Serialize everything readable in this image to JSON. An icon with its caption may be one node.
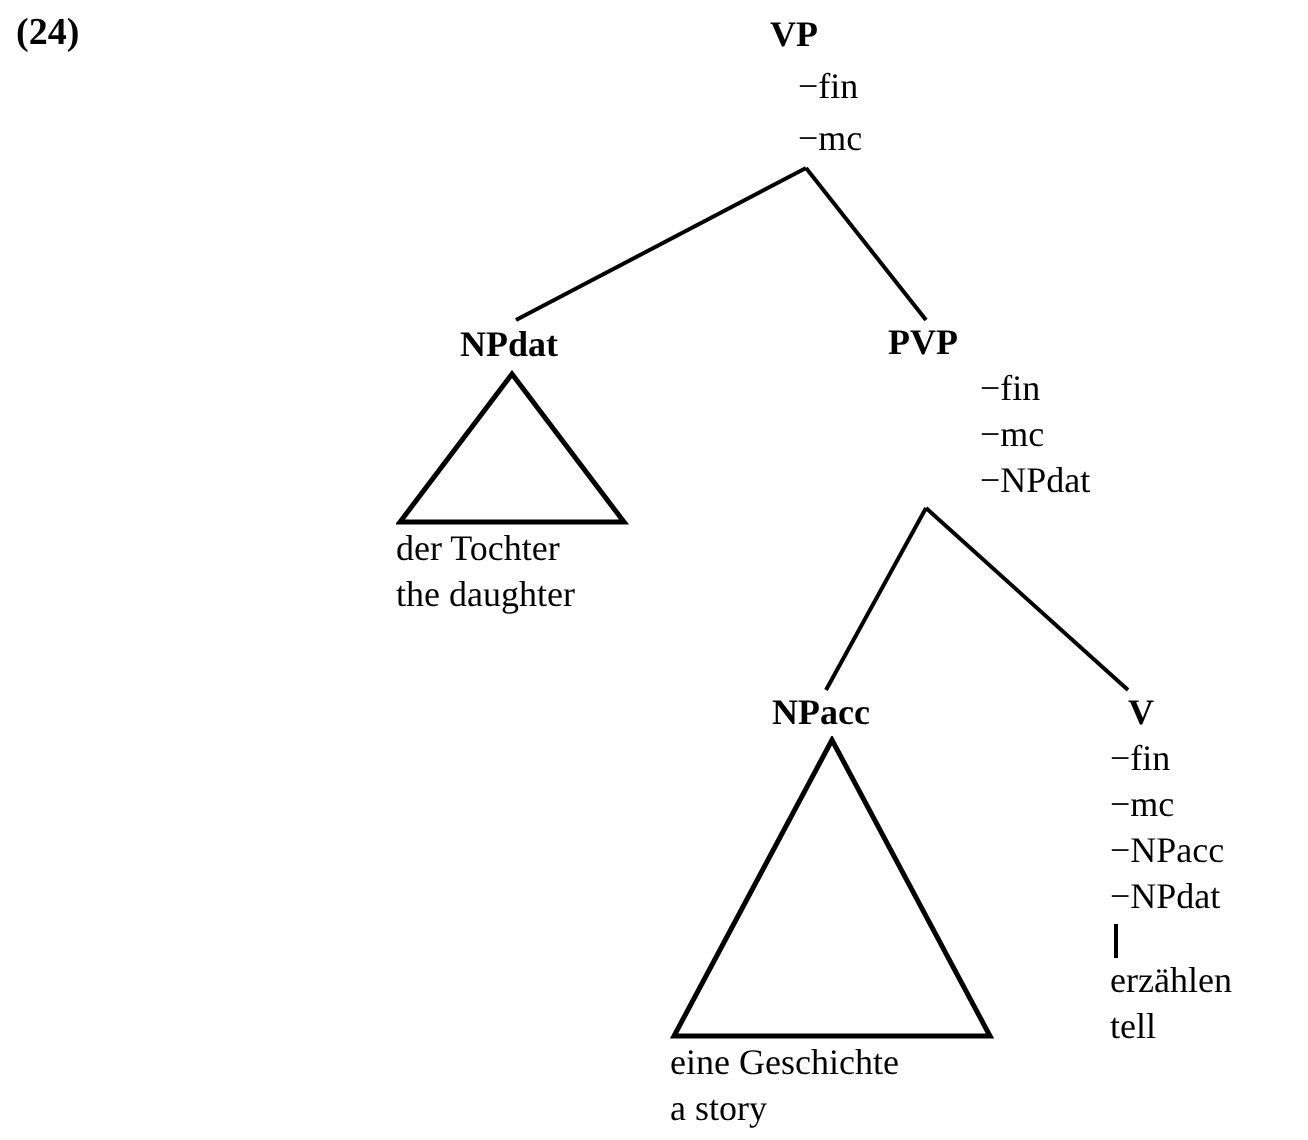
{
  "diagram": {
    "nodes": [
      {
        "text": [
          "VP",
          "−fin",
          "−mc"
        ]
      },
      {
        "text": [
          "NPdat"
        ]
      },
      {
        "text": [
          "der Tochter",
          "the daughter"
        ]
      },
      {
        "text": [
          "PVP",
          "−fin",
          "−mc",
          "−NPdat"
        ]
      },
      {
        "text": [
          "NPacc"
        ]
      },
      {
        "text": [
          "eine Geschichte",
          "a story"
        ]
      },
      {
        "text": [
          "V",
          "−fin",
          "−mc",
          "−NPacc",
          "−NPdat"
        ]
      },
      {
        "text": [
          "erzählen",
          "tell"
        ]
      }
    ],
    "edges": [
      {
        "from": 0,
        "to": 1,
        "arrow": "none"
      },
      {
        "from": 0,
        "to": 3,
        "arrow": "none"
      },
      {
        "from": 3,
        "to": 4,
        "arrow": "none"
      },
      {
        "from": 3,
        "to": 6,
        "arrow": "none"
      },
      {
        "from": 6,
        "to": 7,
        "arrow": "none"
      }
    ],
    "labels": [
      "(24)"
    ]
  }
}
